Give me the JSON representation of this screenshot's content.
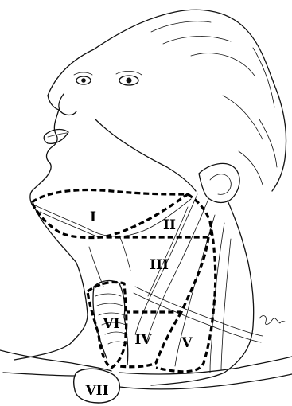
{
  "levels": [
    "I",
    "II",
    "III",
    "IV",
    "V",
    "VI",
    "VII"
  ]
}
